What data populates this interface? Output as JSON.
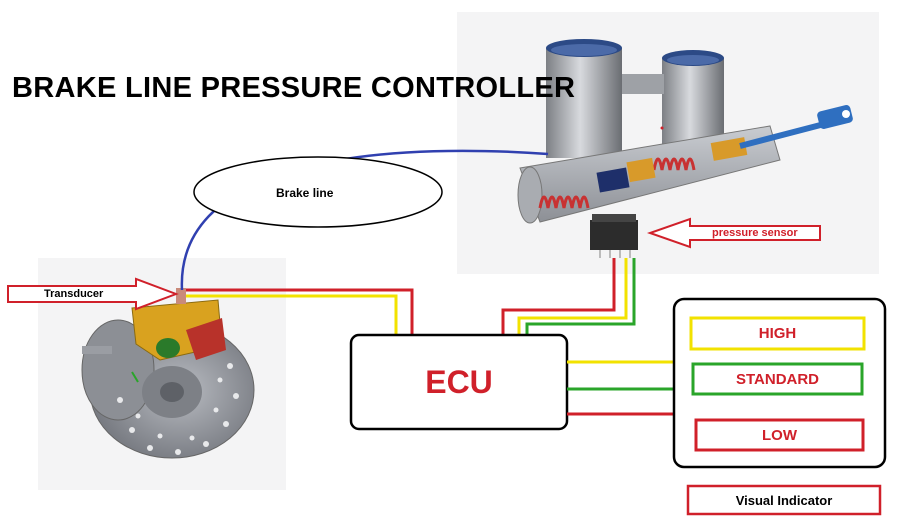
{
  "title": "BRAKE LINE PRESSURE CONTROLLER",
  "labels": {
    "brake_line": "Brake line",
    "transducer": "Transducer",
    "pressure_sensor": "pressure sensor",
    "ecu": "ECU",
    "visual_indicator": "Visual Indicator"
  },
  "indicator_levels": [
    {
      "label": "HIGH",
      "color": "#f2e200"
    },
    {
      "label": "STANDARD",
      "color": "#2aa52a"
    },
    {
      "label": "LOW",
      "color": "#d0202a"
    }
  ],
  "colors": {
    "wire_red": "#d0202a",
    "wire_yellow": "#f2e200",
    "wire_green": "#2aa52a",
    "brake_line_blue": "#3040b0",
    "text_red": "#d0202a"
  }
}
